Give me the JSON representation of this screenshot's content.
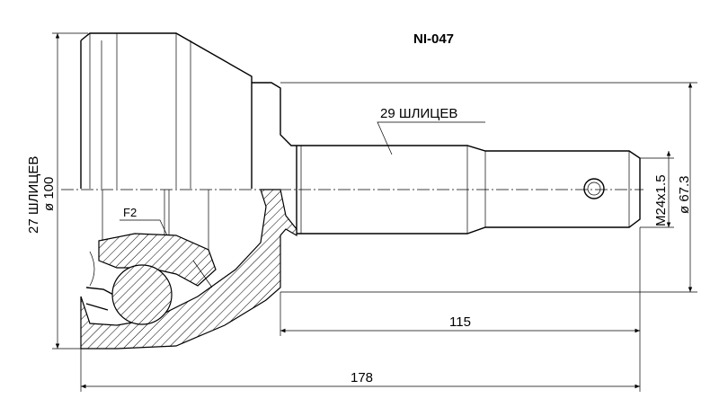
{
  "part_number": "NI-047",
  "labels": {
    "outer_splines": "27 ШЛИЦЕВ",
    "outer_diameter": "ø 100",
    "inner_splines": "29 ШЛИЦЕВ",
    "feature": "F2",
    "thread": "M24x1.5",
    "shaft_diameter": "ø 67.3",
    "shaft_length": "115",
    "overall_length": "178"
  }
}
